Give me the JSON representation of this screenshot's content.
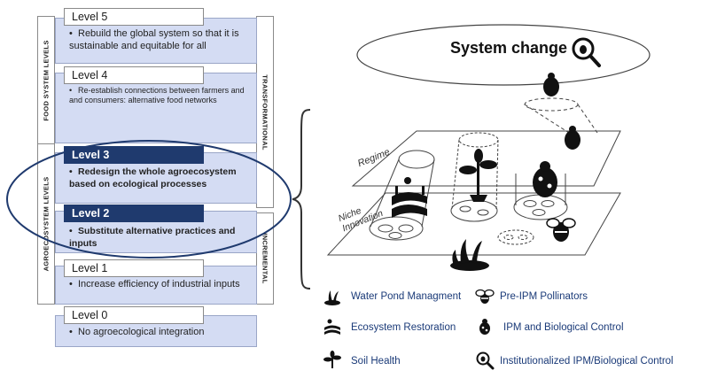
{
  "side_labels": {
    "food_system": "FOOD SYSTEM LEVELS",
    "agroecosystem": "AGROECOSYSTEM LEVELS",
    "transformational": "TRANSFORMATIONAL",
    "incremental": "INCREMENTAL"
  },
  "levels": [
    {
      "label": "Level 5",
      "desc": "Rebuild the global system so that it is sustainable and equitable for all"
    },
    {
      "label": "Level 4",
      "desc": "Re-establish connections between farmers and and consumers: alternative food networks"
    },
    {
      "label": "Level 3",
      "desc": "Redesign the whole agroecosystem based on ecological processes"
    },
    {
      "label": "Level 2",
      "desc": "Substitute alternative practices and inputs"
    },
    {
      "label": "Level 1",
      "desc": "Increase efficiency of industrial inputs"
    },
    {
      "label": "Level 0",
      "desc": "No agroecological integration"
    }
  ],
  "diagram": {
    "system_change": "System change",
    "regime": "Regime",
    "niche_innovation": "Niche Innovation"
  },
  "legend": [
    {
      "icon": "water-pond-icon",
      "label": "Water Pond Managment"
    },
    {
      "icon": "pollinator-bee-icon",
      "label": "Pre-IPM Pollinators"
    },
    {
      "icon": "ecosystem-restoration-icon",
      "label": "Ecosystem Restoration"
    },
    {
      "icon": "ladybug-icon",
      "label": "IPM and Biological Control"
    },
    {
      "icon": "soil-health-sprout-icon",
      "label": "Soil Health"
    },
    {
      "icon": "magnifier-bug-icon",
      "label": "Institutionalized IPM/Biological Control"
    }
  ],
  "colors": {
    "box_fill": "#d4dcf3",
    "dark_header": "#1f3a6e",
    "ellipse_stroke": "#1f3a6e",
    "legend_text": "#1a3a78"
  }
}
